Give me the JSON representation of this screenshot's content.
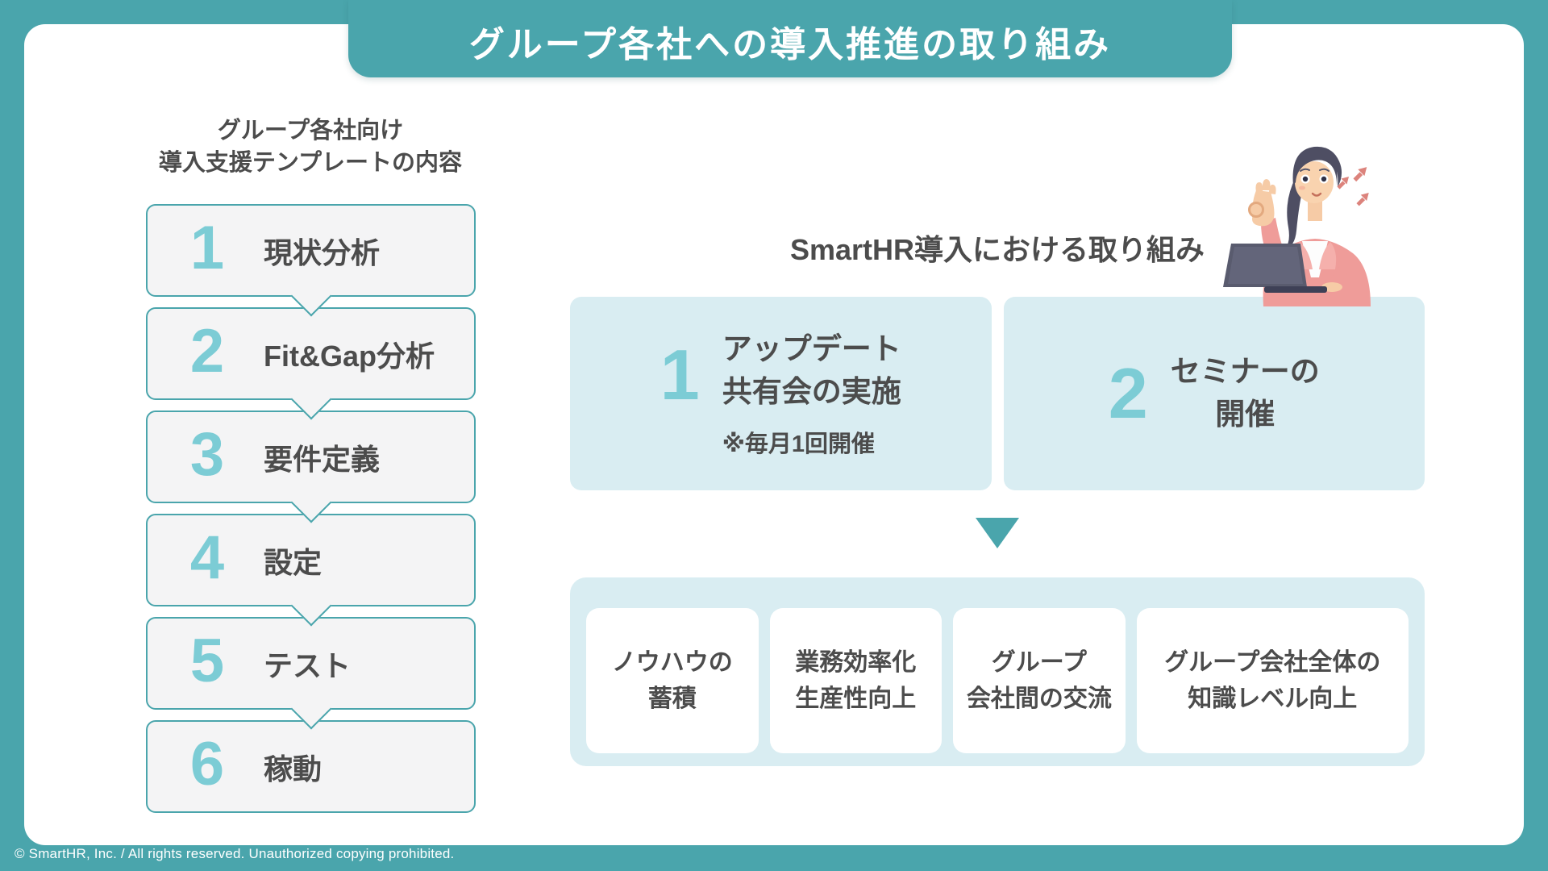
{
  "page": {
    "title": "グループ各社への導入推進の取り組み",
    "footer": "© SmartHR, Inc. / All rights reserved. Unauthorized copying prohibited."
  },
  "colors": {
    "teal": "#4AA5AC",
    "light_teal_number": "#7CCCD5",
    "panel_blue": "#D9EDF2",
    "step_box_bg": "#F4F4F5",
    "text_dark": "#4C4C4C",
    "white": "#FFFFFF"
  },
  "icons": {
    "down_arrow": "down-arrow-icon",
    "illustration": "woman-ok-sign-laptop-illustration",
    "growth_arrows": "three-coral-up-right-arrows"
  },
  "left_section": {
    "heading_line1": "グループ各社向け",
    "heading_line2": "導入支援テンプレートの内容",
    "steps": [
      {
        "number": "1",
        "label": "現状分析"
      },
      {
        "number": "2",
        "label": "Fit&Gap分析"
      },
      {
        "number": "3",
        "label": "要件定義"
      },
      {
        "number": "4",
        "label": "設定"
      },
      {
        "number": "5",
        "label": "テスト"
      },
      {
        "number": "6",
        "label": "稼動"
      }
    ]
  },
  "right_section": {
    "heading": "SmartHR導入における取り組み",
    "initiatives": [
      {
        "number": "1",
        "title_line1": "アップデート",
        "title_line2": "共有会の実施",
        "note": "※毎月1回開催"
      },
      {
        "number": "2",
        "title_line1": "セミナーの",
        "title_line2": "開催",
        "note": ""
      }
    ],
    "outcomes": [
      {
        "line1": "ノウハウの",
        "line2": "蓄積"
      },
      {
        "line1": "業務効率化",
        "line2": "生産性向上"
      },
      {
        "line1": "グループ",
        "line2": "会社間の交流"
      },
      {
        "line1": "グループ会社全体の",
        "line2": "知識レベル向上"
      }
    ]
  }
}
